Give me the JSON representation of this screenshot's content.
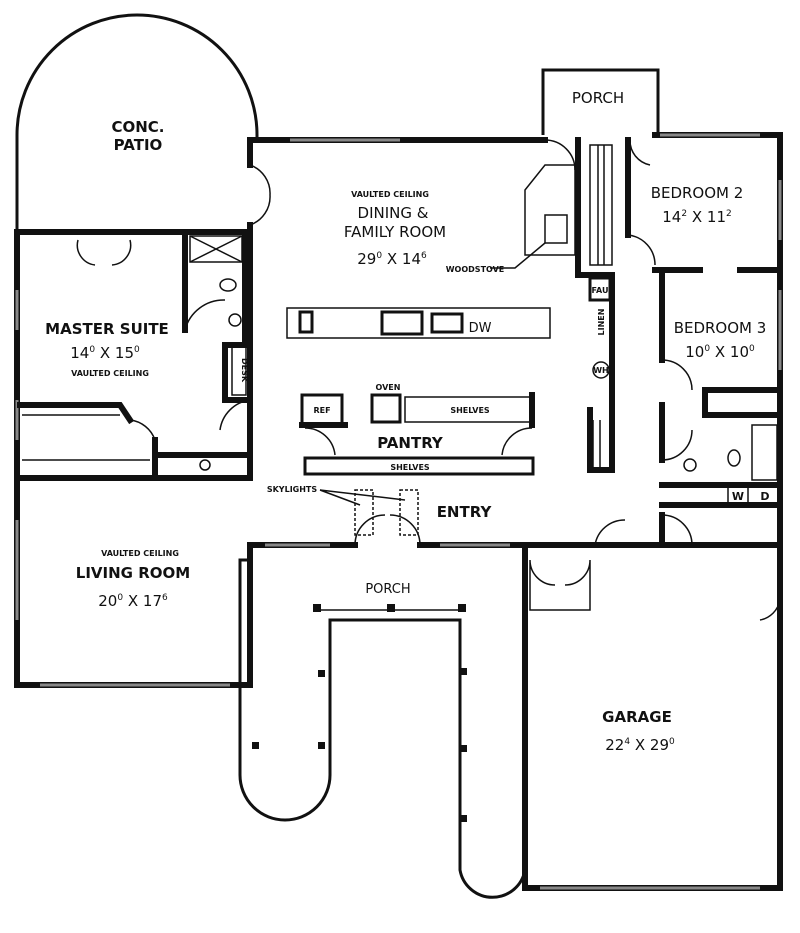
{
  "title": "House floor plan",
  "rooms": {
    "patio": {
      "line1": "CONC.",
      "line2": "PATIO"
    },
    "porch_rear": {
      "label": "PORCH"
    },
    "dining": {
      "note": "VAULTED CEILING",
      "line1": "DINING &",
      "line2": "FAMILY ROOM",
      "dim_a": "29",
      "dim_a_sup": "0",
      "dim_x": "X",
      "dim_b": "14",
      "dim_b_sup": "6"
    },
    "bedroom2": {
      "label": "BEDROOM 2",
      "dim_a": "14",
      "dim_a_sup": "2",
      "dim_x": "X",
      "dim_b": "11",
      "dim_b_sup": "2"
    },
    "bedroom3": {
      "label": "BEDROOM 3",
      "dim_a": "10",
      "dim_a_sup": "0",
      "dim_x": "X",
      "dim_b": "10",
      "dim_b_sup": "0"
    },
    "master": {
      "label": "MASTER SUITE",
      "dim_a": "14",
      "dim_a_sup": "0",
      "dim_x": "X",
      "dim_b": "15",
      "dim_b_sup": "0",
      "note": "VAULTED CEILING"
    },
    "living": {
      "note": "VAULTED CEILING",
      "label": "LIVING ROOM",
      "dim_a": "20",
      "dim_a_sup": "0",
      "dim_x": "X",
      "dim_b": "17",
      "dim_b_sup": "6"
    },
    "pantry": {
      "label": "PANTRY",
      "shelves_top": "SHELVES",
      "shelves_bottom": "SHELVES",
      "ref": "REF",
      "oven": "OVEN"
    },
    "entry": {
      "label": "ENTRY",
      "skylights": "SKYLIGHTS"
    },
    "porch_front": {
      "label": "PORCH"
    },
    "garage": {
      "label": "GARAGE",
      "dim_a": "22",
      "dim_a_sup": "4",
      "dim_x": "X",
      "dim_b": "29",
      "dim_b_sup": "0"
    }
  },
  "fixtures": {
    "woodstove": "WOODSTOVE",
    "dw": "DW",
    "fau": "FAU",
    "linen": "LINEN",
    "wh": "WH",
    "desk": "DESK",
    "washer": "W",
    "dryer": "D"
  }
}
